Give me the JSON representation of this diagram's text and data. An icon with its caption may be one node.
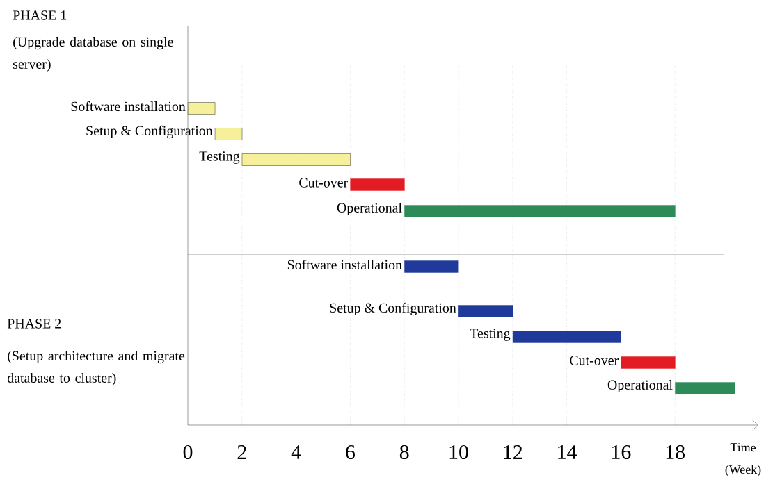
{
  "diagram": {
    "nodes": [
      {
        "text": [],
        "shape": "bar",
        "beside": [
          "Software installation"
        ]
      },
      {
        "text": [],
        "shape": "bar",
        "beside": [
          "Setup & Configuration"
        ]
      },
      {
        "text": [],
        "shape": "bar",
        "beside": [
          "Testing"
        ]
      },
      {
        "text": [],
        "shape": "bar",
        "beside": [
          "Cut-over"
        ]
      },
      {
        "text": [],
        "shape": "bar",
        "beside": [
          "Operational"
        ]
      },
      {
        "text": [],
        "shape": "bar",
        "beside": [
          "Software installation"
        ]
      },
      {
        "text": [],
        "shape": "bar",
        "beside": [
          "Setup & Configuration"
        ]
      },
      {
        "text": [],
        "shape": "bar",
        "beside": [
          "Testing"
        ]
      },
      {
        "text": [],
        "shape": "bar",
        "beside": [
          "Cut-over"
        ]
      },
      {
        "text": [],
        "shape": "bar",
        "beside": [
          "Operational"
        ]
      }
    ],
    "labels": [
      "PHASE 1",
      "(Upgrade database on single server)",
      "PHASE 2",
      "(Setup architecture and migrate database to cluster)",
      "0",
      "2",
      "4",
      "6",
      "8",
      "10",
      "12",
      "14",
      "16",
      "18",
      "Time (Week)"
    ]
  }
}
